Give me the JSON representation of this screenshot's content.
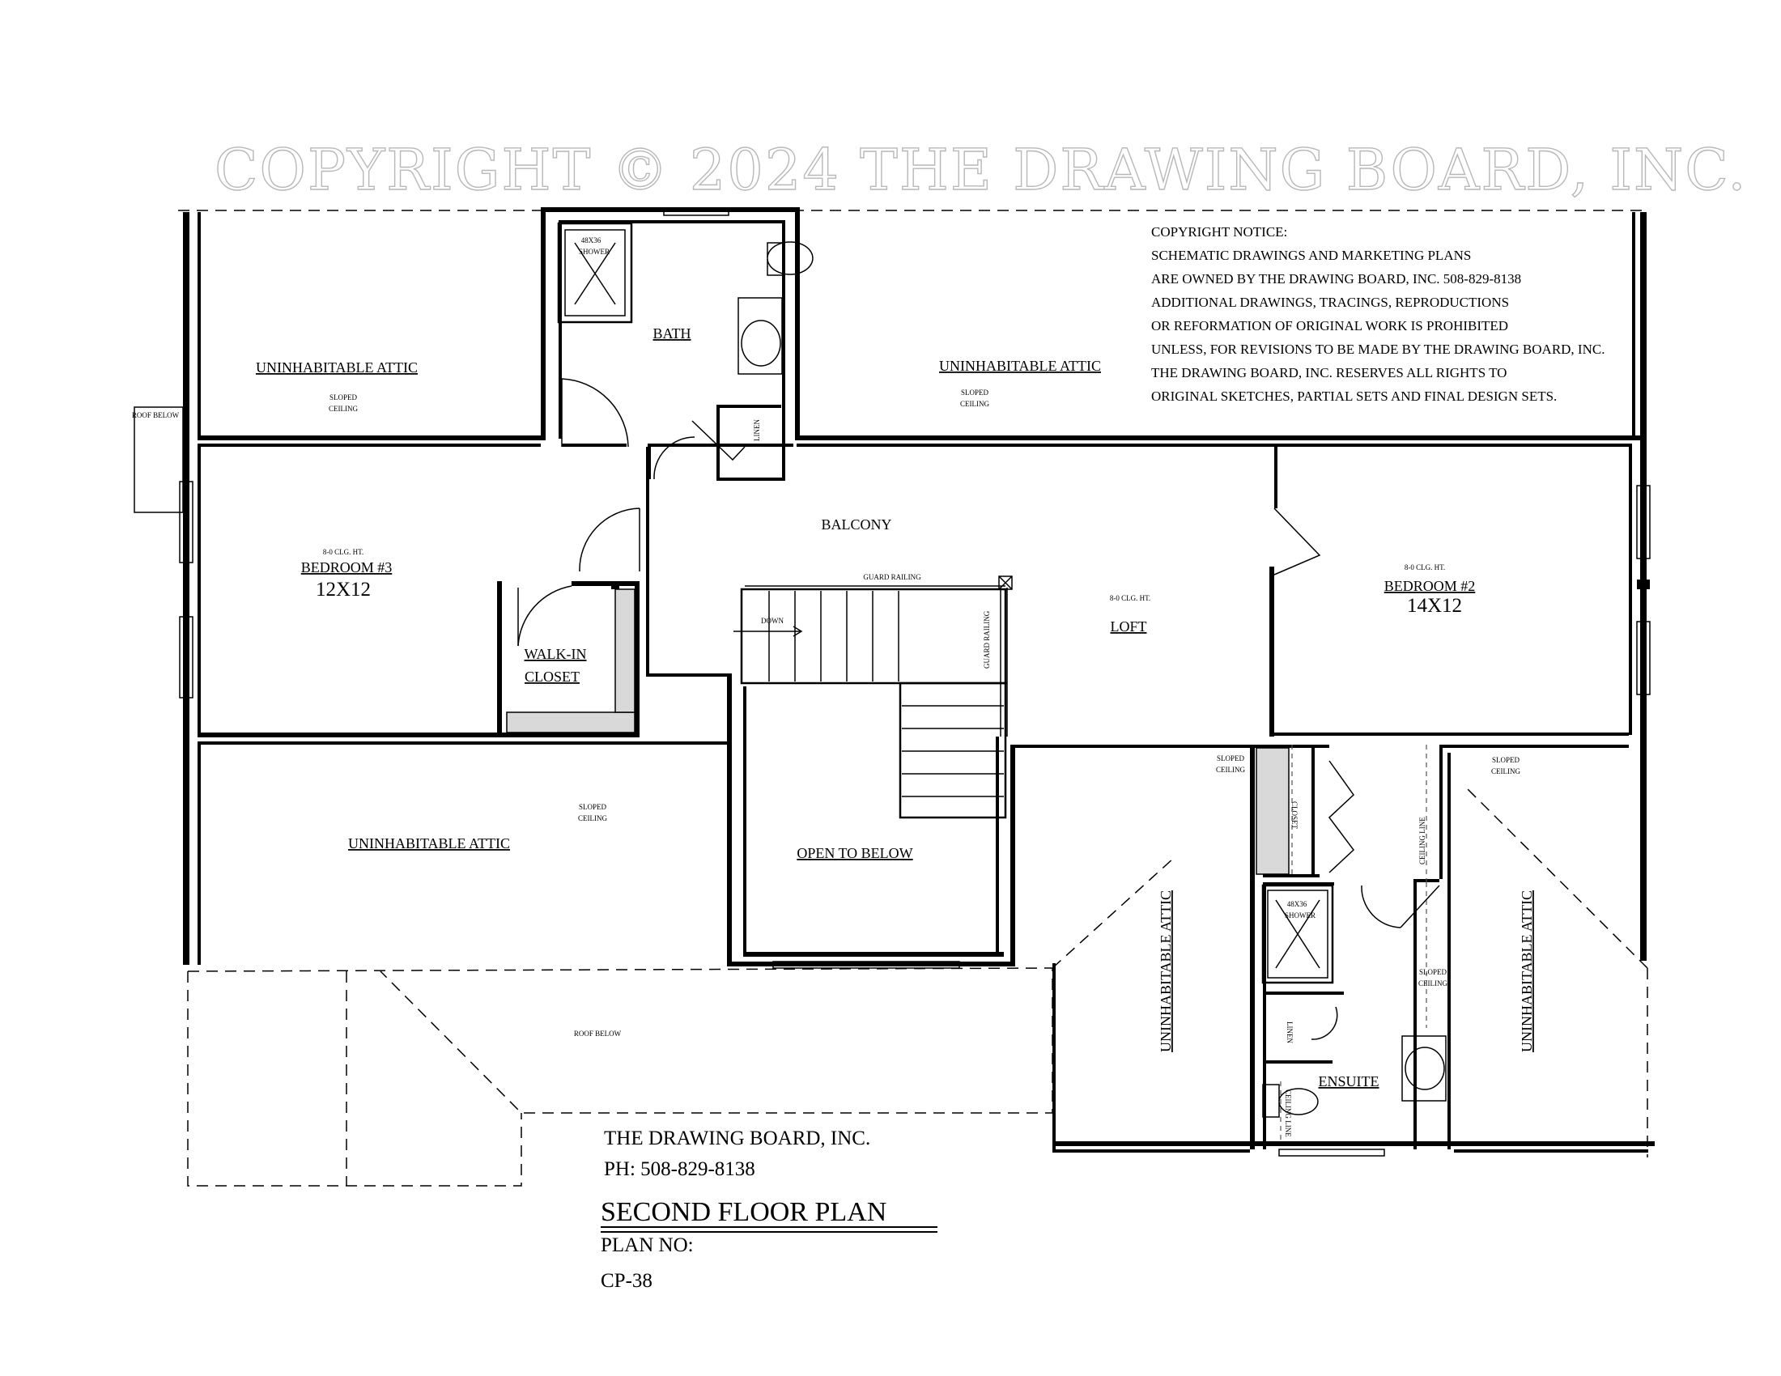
{
  "watermark": "COPYRIGHT © 2024 THE DRAWING BOARD, INC.",
  "notice": [
    "COPYRIGHT NOTICE:",
    "SCHEMATIC DRAWINGS AND MARKETING PLANS",
    "ARE OWNED BY THE DRAWING BOARD, INC. 508-829-8138",
    "ADDITIONAL DRAWINGS, TRACINGS, REPRODUCTIONS",
    "OR REFORMATION OF ORIGINAL WORK IS PROHIBITED",
    "UNLESS, FOR REVISIONS TO BE MADE BY THE DRAWING BOARD, INC.",
    "THE DRAWING BOARD, INC. RESERVES ALL RIGHTS TO",
    "ORIGINAL SKETCHES, PARTIAL SETS AND FINAL DESIGN SETS."
  ],
  "rooms": {
    "attic": "UNINHABITABLE ATTIC",
    "bath": "BATH",
    "bedroom3": "BEDROOM #3",
    "bedroom3_size": "12X12",
    "bedroom2": "BEDROOM #2",
    "bedroom2_size": "14X12",
    "balcony": "BALCONY",
    "loft": "LOFT",
    "walkin_1": "WALK-IN",
    "walkin_2": "CLOSET",
    "open_below": "OPEN TO BELOW",
    "ensuite": "ENSUITE"
  },
  "notes": {
    "sloped": "SLOPED",
    "ceiling": "CEILING",
    "roof_below": "ROOF BELOW",
    "clg_ht": "8-0 CLG. HT.",
    "shower_size": "48X36",
    "shower": "SHOWER",
    "linen": "LINEN",
    "closet": "CLOSET",
    "guard_railing": "GUARD RAILING",
    "down": "DOWN",
    "ceiling_line": "CEILING LINE"
  },
  "title_block": {
    "company": "THE DRAWING BOARD, INC.",
    "phone": "PH: 508-829-8138",
    "title": "SECOND FLOOR PLAN",
    "plan_no_label": "PLAN NO:",
    "plan_no": "CP-38"
  }
}
